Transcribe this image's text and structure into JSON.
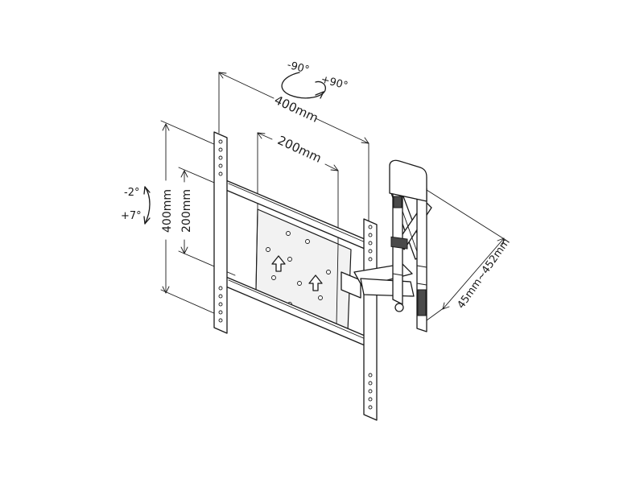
{
  "dimensions": {
    "rotation_neg": "-90°",
    "rotation_pos": "+90°",
    "width_outer": "400mm",
    "width_inner": "200mm",
    "tilt_neg": "-2°",
    "tilt_pos": "+7°",
    "height_outer": "400mm",
    "height_inner": "200mm",
    "extension": "45mm~452mm"
  }
}
